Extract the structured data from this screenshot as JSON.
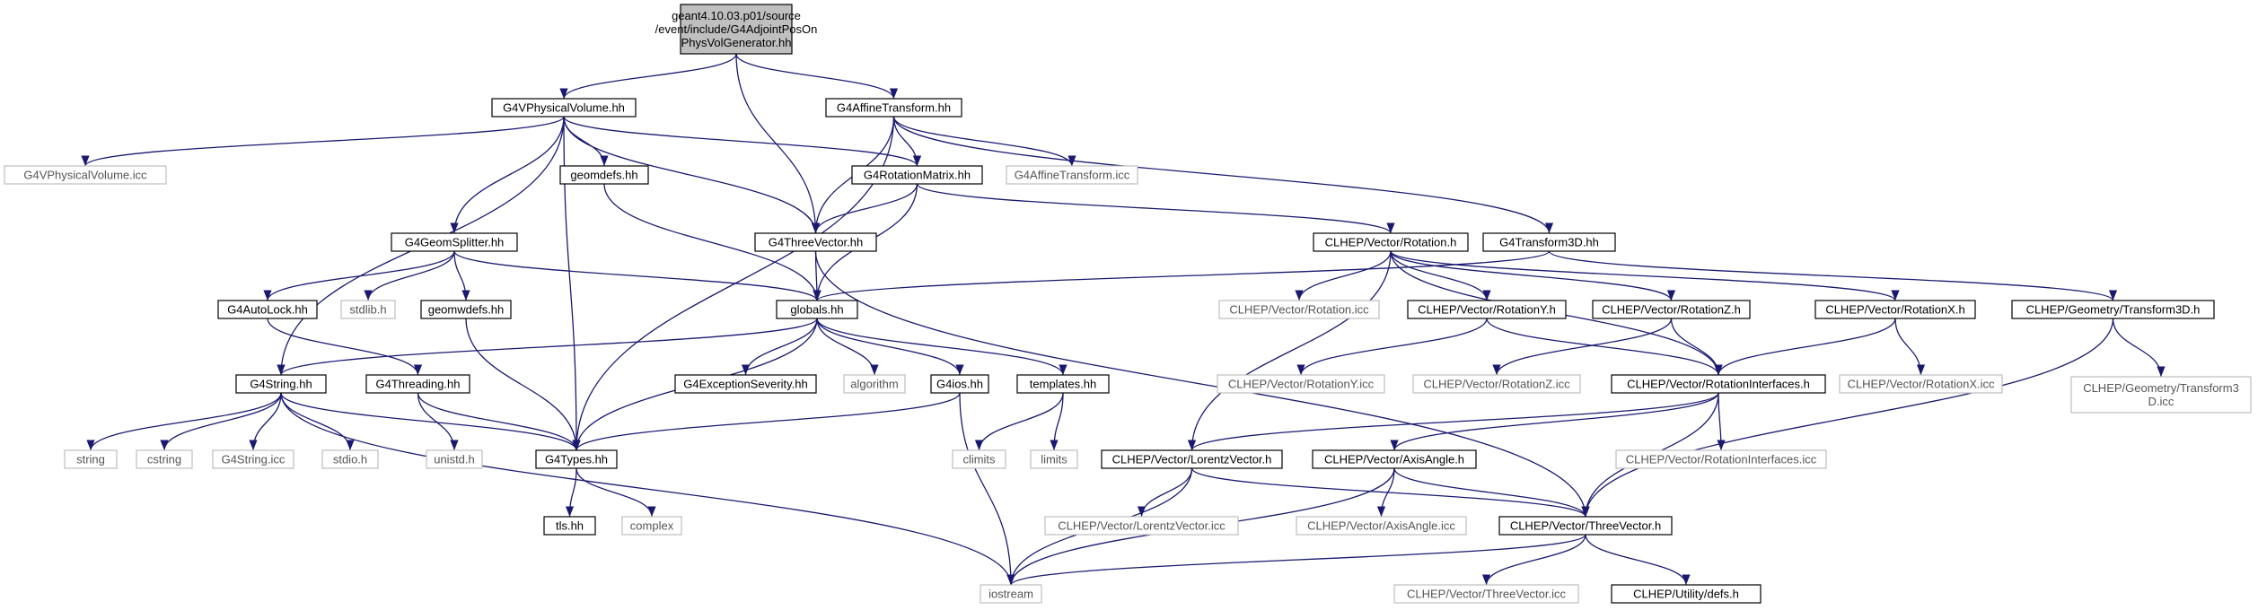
{
  "root": {
    "id": "root",
    "lines": [
      "geant4.10.03.p01/source",
      "/event/include/G4AdjointPosOn",
      "PhysVolGenerator.hh"
    ]
  },
  "nodes": [
    {
      "id": "g4vphys",
      "label": "G4VPhysicalVolume.hh",
      "style": "normal"
    },
    {
      "id": "g4affine",
      "label": "G4AffineTransform.hh",
      "style": "normal"
    },
    {
      "id": "g4vphys_icc",
      "label": "G4VPhysicalVolume.icc",
      "style": "external"
    },
    {
      "id": "geomdefs",
      "label": "geomdefs.hh",
      "style": "normal"
    },
    {
      "id": "g4rotmat",
      "label": "G4RotationMatrix.hh",
      "style": "normal"
    },
    {
      "id": "g4affine_icc",
      "label": "G4AffineTransform.icc",
      "style": "external"
    },
    {
      "id": "g4geomsplit",
      "label": "G4GeomSplitter.hh",
      "style": "normal"
    },
    {
      "id": "g4threevec",
      "label": "G4ThreeVector.hh",
      "style": "normal"
    },
    {
      "id": "clhep_rot",
      "label": "CLHEP/Vector/Rotation.h",
      "style": "normal"
    },
    {
      "id": "g4transform3d",
      "label": "G4Transform3D.hh",
      "style": "normal"
    },
    {
      "id": "g4autolock",
      "label": "G4AutoLock.hh",
      "style": "normal"
    },
    {
      "id": "stdlib",
      "label": "stdlib.h",
      "style": "external"
    },
    {
      "id": "geomwdefs",
      "label": "geomwdefs.hh",
      "style": "normal"
    },
    {
      "id": "globals",
      "label": "globals.hh",
      "style": "normal"
    },
    {
      "id": "clhep_rot_icc",
      "label": "CLHEP/Vector/Rotation.icc",
      "style": "external"
    },
    {
      "id": "clhep_roty",
      "label": "CLHEP/Vector/RotationY.h",
      "style": "normal"
    },
    {
      "id": "clhep_rotz",
      "label": "CLHEP/Vector/RotationZ.h",
      "style": "normal"
    },
    {
      "id": "clhep_rotx",
      "label": "CLHEP/Vector/RotationX.h",
      "style": "normal"
    },
    {
      "id": "clhep_geotr3d",
      "label": "CLHEP/Geometry/Transform3D.h",
      "style": "normal"
    },
    {
      "id": "g4string",
      "label": "G4String.hh",
      "style": "normal"
    },
    {
      "id": "g4threading",
      "label": "G4Threading.hh",
      "style": "normal"
    },
    {
      "id": "g4exsev",
      "label": "G4ExceptionSeverity.hh",
      "style": "normal"
    },
    {
      "id": "algorithm",
      "label": "algorithm",
      "style": "external"
    },
    {
      "id": "g4ios",
      "label": "G4ios.hh",
      "style": "normal"
    },
    {
      "id": "templates",
      "label": "templates.hh",
      "style": "normal"
    },
    {
      "id": "clhep_roty_icc",
      "label": "CLHEP/Vector/RotationY.icc",
      "style": "external"
    },
    {
      "id": "clhep_rotz_icc",
      "label": "CLHEP/Vector/RotationZ.icc",
      "style": "external"
    },
    {
      "id": "clhep_rotint",
      "label": "CLHEP/Vector/RotationInterfaces.h",
      "style": "normal"
    },
    {
      "id": "clhep_rotx_icc",
      "label": "CLHEP/Vector/RotationX.icc",
      "style": "external"
    },
    {
      "id": "clhep_geotr3d_icc",
      "label": "CLHEP/Geometry/Transform3",
      "label2": "D.icc",
      "style": "external"
    },
    {
      "id": "string",
      "label": "string",
      "style": "external"
    },
    {
      "id": "cstring",
      "label": "cstring",
      "style": "external"
    },
    {
      "id": "g4string_icc",
      "label": "G4String.icc",
      "style": "external"
    },
    {
      "id": "stdio",
      "label": "stdio.h",
      "style": "external"
    },
    {
      "id": "unistd",
      "label": "unistd.h",
      "style": "external"
    },
    {
      "id": "g4types",
      "label": "G4Types.hh",
      "style": "normal"
    },
    {
      "id": "climits",
      "label": "climits",
      "style": "external"
    },
    {
      "id": "limits",
      "label": "limits",
      "style": "external"
    },
    {
      "id": "clhep_lorentz",
      "label": "CLHEP/Vector/LorentzVector.h",
      "style": "normal"
    },
    {
      "id": "clhep_axisangle",
      "label": "CLHEP/Vector/AxisAngle.h",
      "style": "normal"
    },
    {
      "id": "clhep_rotint_icc",
      "label": "CLHEP/Vector/RotationInterfaces.icc",
      "style": "external"
    },
    {
      "id": "tls",
      "label": "tls.hh",
      "style": "normal"
    },
    {
      "id": "complex",
      "label": "complex",
      "style": "external"
    },
    {
      "id": "clhep_lorentz_icc",
      "label": "CLHEP/Vector/LorentzVector.icc",
      "style": "external"
    },
    {
      "id": "clhep_axisangle_icc",
      "label": "CLHEP/Vector/AxisAngle.icc",
      "style": "external"
    },
    {
      "id": "clhep_threevec",
      "label": "CLHEP/Vector/ThreeVector.h",
      "style": "normal"
    },
    {
      "id": "iostream",
      "label": "iostream",
      "style": "external"
    },
    {
      "id": "clhep_threevec_icc",
      "label": "CLHEP/Vector/ThreeVector.icc",
      "style": "external"
    },
    {
      "id": "clhep_defs",
      "label": "CLHEP/Utility/defs.h",
      "style": "normal"
    }
  ],
  "edges": [
    [
      "root",
      "g4vphys"
    ],
    [
      "root",
      "g4affine"
    ],
    [
      "root",
      "g4threevec"
    ],
    [
      "g4vphys",
      "g4vphys_icc"
    ],
    [
      "g4vphys",
      "geomdefs"
    ],
    [
      "g4vphys",
      "g4rotmat"
    ],
    [
      "g4vphys",
      "g4geomsplit"
    ],
    [
      "g4vphys",
      "g4threevec"
    ],
    [
      "g4vphys",
      "g4string"
    ],
    [
      "g4vphys",
      "g4types"
    ],
    [
      "g4affine",
      "g4affine_icc"
    ],
    [
      "g4affine",
      "g4rotmat"
    ],
    [
      "g4affine",
      "g4threevec"
    ],
    [
      "g4affine",
      "g4transform3d"
    ],
    [
      "g4affine",
      "g4types"
    ],
    [
      "geomdefs",
      "globals"
    ],
    [
      "g4rotmat",
      "g4threevec"
    ],
    [
      "g4rotmat",
      "clhep_rot"
    ],
    [
      "g4rotmat",
      "globals"
    ],
    [
      "g4geomsplit",
      "g4autolock"
    ],
    [
      "g4geomsplit",
      "stdlib"
    ],
    [
      "g4geomsplit",
      "geomwdefs"
    ],
    [
      "g4geomsplit",
      "globals"
    ],
    [
      "g4threevec",
      "globals"
    ],
    [
      "g4threevec",
      "clhep_threevec"
    ],
    [
      "g4transform3d",
      "clhep_geotr3d"
    ],
    [
      "g4transform3d",
      "globals"
    ],
    [
      "clhep_rot",
      "clhep_rot_icc"
    ],
    [
      "clhep_rot",
      "clhep_roty"
    ],
    [
      "clhep_rot",
      "clhep_rotz"
    ],
    [
      "clhep_rot",
      "clhep_rotx"
    ],
    [
      "clhep_rot",
      "clhep_rotint"
    ],
    [
      "clhep_rot",
      "clhep_lorentz"
    ],
    [
      "g4autolock",
      "g4threading"
    ],
    [
      "geomwdefs",
      "g4types"
    ],
    [
      "globals",
      "g4string"
    ],
    [
      "globals",
      "g4exsev"
    ],
    [
      "globals",
      "algorithm"
    ],
    [
      "globals",
      "g4ios"
    ],
    [
      "globals",
      "templates"
    ],
    [
      "globals",
      "g4types"
    ],
    [
      "clhep_roty",
      "clhep_roty_icc"
    ],
    [
      "clhep_roty",
      "clhep_rotint"
    ],
    [
      "clhep_rotz",
      "clhep_rotz_icc"
    ],
    [
      "clhep_rotz",
      "clhep_rotint"
    ],
    [
      "clhep_rotx",
      "clhep_rotx_icc"
    ],
    [
      "clhep_rotx",
      "clhep_rotint"
    ],
    [
      "clhep_geotr3d",
      "clhep_geotr3d_icc"
    ],
    [
      "clhep_geotr3d",
      "clhep_threevec"
    ],
    [
      "g4string",
      "string"
    ],
    [
      "g4string",
      "cstring"
    ],
    [
      "g4string",
      "g4string_icc"
    ],
    [
      "g4string",
      "stdio"
    ],
    [
      "g4string",
      "g4types"
    ],
    [
      "g4string",
      "iostream"
    ],
    [
      "g4threading",
      "unistd"
    ],
    [
      "g4threading",
      "g4types"
    ],
    [
      "g4ios",
      "g4types"
    ],
    [
      "g4ios",
      "iostream"
    ],
    [
      "templates",
      "climits"
    ],
    [
      "templates",
      "limits"
    ],
    [
      "clhep_rotint",
      "clhep_lorentz"
    ],
    [
      "clhep_rotint",
      "clhep_axisangle"
    ],
    [
      "clhep_rotint",
      "clhep_rotint_icc"
    ],
    [
      "clhep_rotint",
      "clhep_threevec"
    ],
    [
      "g4types",
      "tls"
    ],
    [
      "g4types",
      "complex"
    ],
    [
      "clhep_lorentz",
      "clhep_lorentz_icc"
    ],
    [
      "clhep_lorentz",
      "clhep_threevec"
    ],
    [
      "clhep_lorentz",
      "iostream"
    ],
    [
      "clhep_axisangle",
      "clhep_axisangle_icc"
    ],
    [
      "clhep_axisangle",
      "clhep_threevec"
    ],
    [
      "clhep_axisangle",
      "iostream"
    ],
    [
      "clhep_threevec",
      "clhep_threevec_icc"
    ],
    [
      "clhep_threevec",
      "clhep_defs"
    ],
    [
      "clhep_threevec",
      "iostream"
    ]
  ],
  "colors": {
    "edge": "#191970",
    "normal_border": "#000000",
    "external_border": "#bfbfbf",
    "root_fill": "#bfbfbf"
  }
}
